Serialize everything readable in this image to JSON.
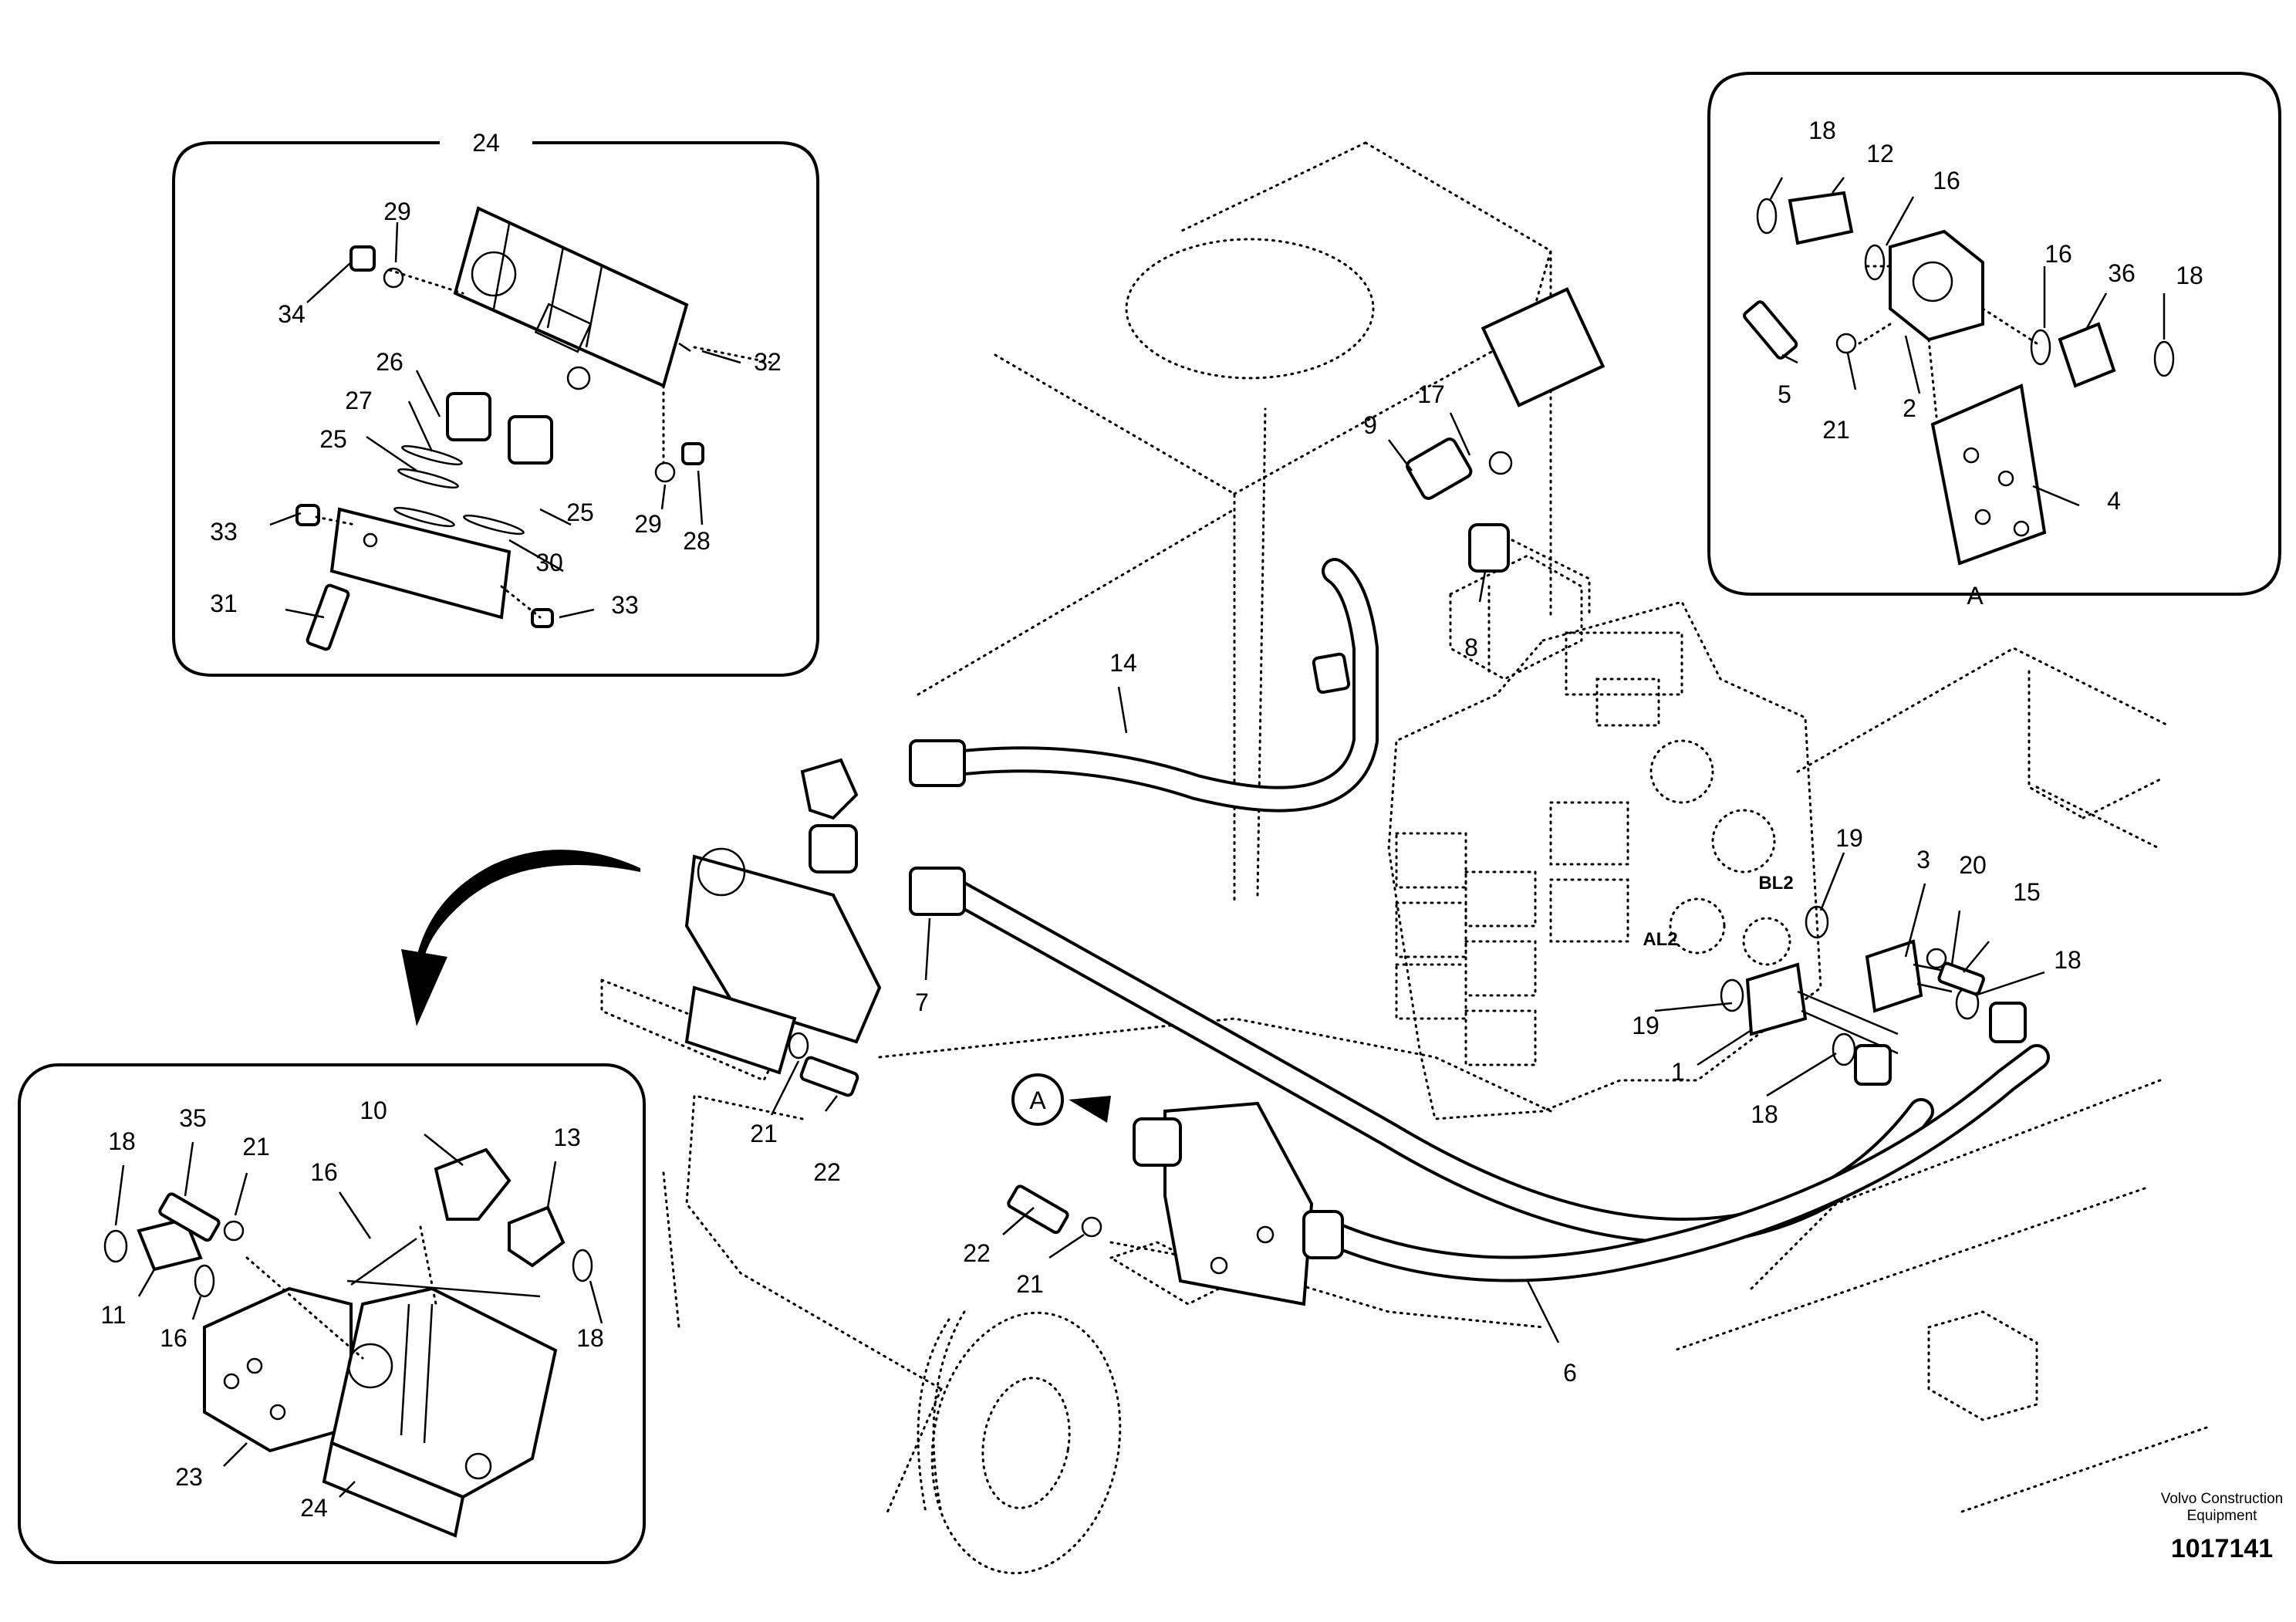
{
  "callouts": {
    "A_main": "A",
    "A_detail": "A",
    "A_pointer": "A",
    "AL2": "AL2",
    "BL2": "BL2"
  },
  "detail_boxes": {
    "top_left": "24",
    "top_right": "A"
  },
  "part_labels": {
    "tl_29a": "29",
    "tl_34": "34",
    "tl_32": "32",
    "tl_26": "26",
    "tl_27": "27",
    "tl_25a": "25",
    "tl_25b": "25",
    "tl_29b": "29",
    "tl_28": "28",
    "tl_33a": "33",
    "tl_30": "30",
    "tl_31": "31",
    "tl_33b": "33",
    "tr_18a": "18",
    "tr_12": "12",
    "tr_16a": "16",
    "tr_16b": "16",
    "tr_36": "36",
    "tr_18b": "18",
    "tr_5": "5",
    "tr_21": "21",
    "tr_2": "2",
    "tr_4": "4",
    "m_17": "17",
    "m_9": "9",
    "m_8": "8",
    "m_14": "14",
    "m_7": "7",
    "m_19a": "19",
    "m_3": "3",
    "m_20": "20",
    "m_15": "15",
    "m_18a": "18",
    "m_19b": "19",
    "m_1": "1",
    "m_18b": "18",
    "m_21a": "21",
    "m_22a": "22",
    "m_22b": "22",
    "m_21b": "21",
    "m_6": "6",
    "bl_18a": "18",
    "bl_35": "35",
    "bl_21": "21",
    "bl_10": "10",
    "bl_13": "13",
    "bl_16a": "16",
    "bl_11": "11",
    "bl_16b": "16",
    "bl_18b": "18",
    "bl_23": "23",
    "bl_24": "24"
  },
  "footer": {
    "credit_line1": "Volvo Construction",
    "credit_line2": "Equipment",
    "doc_number": "1017141"
  }
}
